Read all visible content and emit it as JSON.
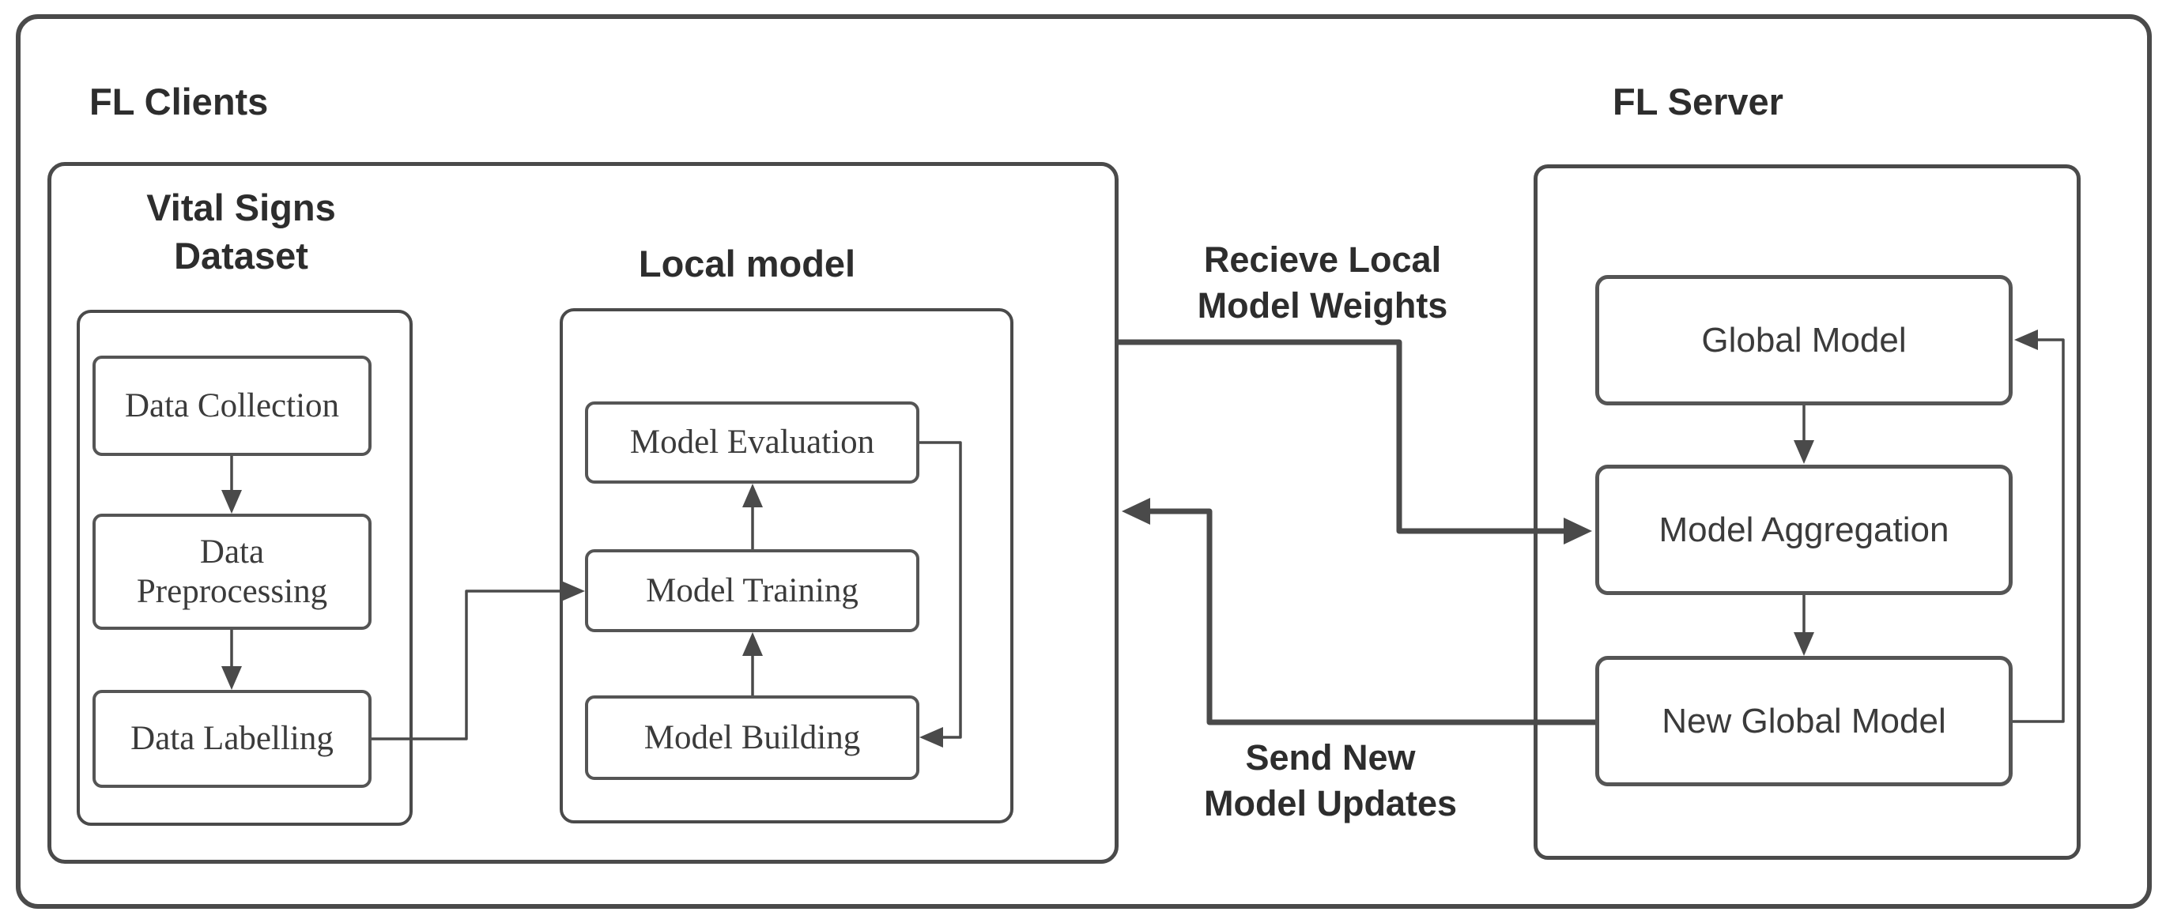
{
  "diagram": {
    "stroke_color": "#4a4a4a",
    "title_color": "#2d2d2d",
    "label_color": "#3b3b3b",
    "background": "#ffffff"
  },
  "fl_clients": {
    "title": "FL Clients",
    "vital_signs_dataset": {
      "title_lines": [
        "Vital Signs",
        "Dataset"
      ],
      "steps": [
        {
          "label": "Data Collection"
        },
        {
          "label_lines": [
            "Data",
            "Preprocessing"
          ]
        },
        {
          "label": "Data Labelling"
        }
      ]
    },
    "local_model": {
      "title": "Local model",
      "steps": [
        {
          "label": "Model Evaluation"
        },
        {
          "label": "Model Training"
        },
        {
          "label": "Model Building"
        }
      ]
    }
  },
  "fl_server": {
    "title": "FL Server",
    "steps": [
      {
        "label": "Global Model"
      },
      {
        "label": "Model Aggregation"
      },
      {
        "label": "New Global Model"
      }
    ]
  },
  "connections": {
    "receive": {
      "label_lines": [
        "Recieve Local",
        "Model Weights"
      ]
    },
    "send": {
      "label_lines": [
        "Send New",
        "Model Updates"
      ]
    }
  }
}
